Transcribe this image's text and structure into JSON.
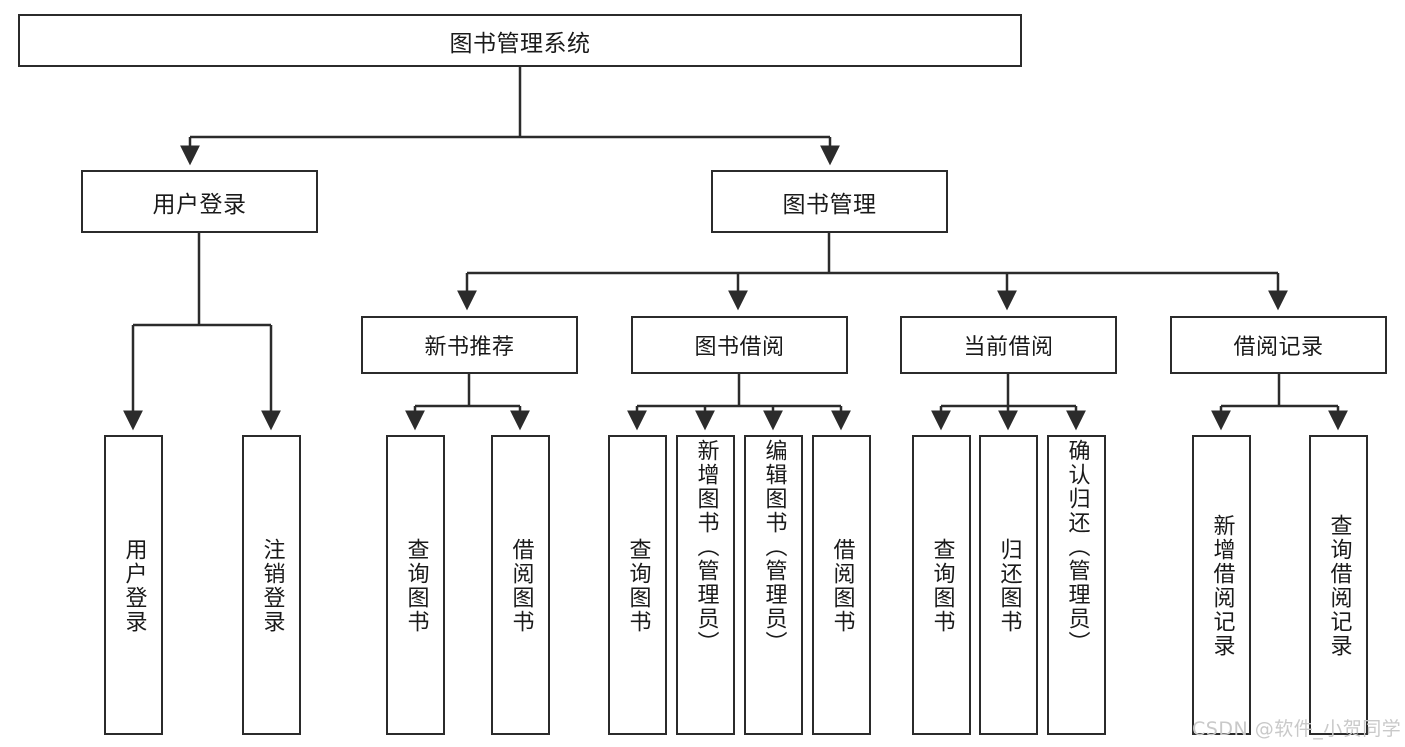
{
  "diagram": {
    "type": "tree",
    "title": "图书管理系统",
    "background_color": "#ffffff",
    "line_color": "#2b2b2b",
    "text_color": "#1a1a1a",
    "root": {
      "label": "图书管理系统"
    },
    "level2": [
      {
        "label": "用户登录"
      },
      {
        "label": "图书管理"
      }
    ],
    "level3": [
      {
        "label": "新书推荐"
      },
      {
        "label": "图书借阅"
      },
      {
        "label": "当前借阅"
      },
      {
        "label": "借阅记录"
      }
    ],
    "leaves": {
      "user_login": [
        {
          "label": "用户登录"
        },
        {
          "label": "注销登录"
        }
      ],
      "new_book": [
        {
          "label": "查询图书"
        },
        {
          "label": "借阅图书"
        }
      ],
      "book_borrow": [
        {
          "label": "查询图书"
        },
        {
          "label": "新增图书（管理员）"
        },
        {
          "label": "编辑图书（管理员）"
        },
        {
          "label": "借阅图书"
        }
      ],
      "current_borrow": [
        {
          "label": "查询图书"
        },
        {
          "label": "归还图书"
        },
        {
          "label": "确认归还（管理员）"
        }
      ],
      "borrow_record": [
        {
          "label": "新增借阅记录"
        },
        {
          "label": "查询借阅记录"
        }
      ]
    }
  },
  "watermark": {
    "text": "CSDN @软件_小贺同学",
    "color": "#c9c9c9"
  }
}
